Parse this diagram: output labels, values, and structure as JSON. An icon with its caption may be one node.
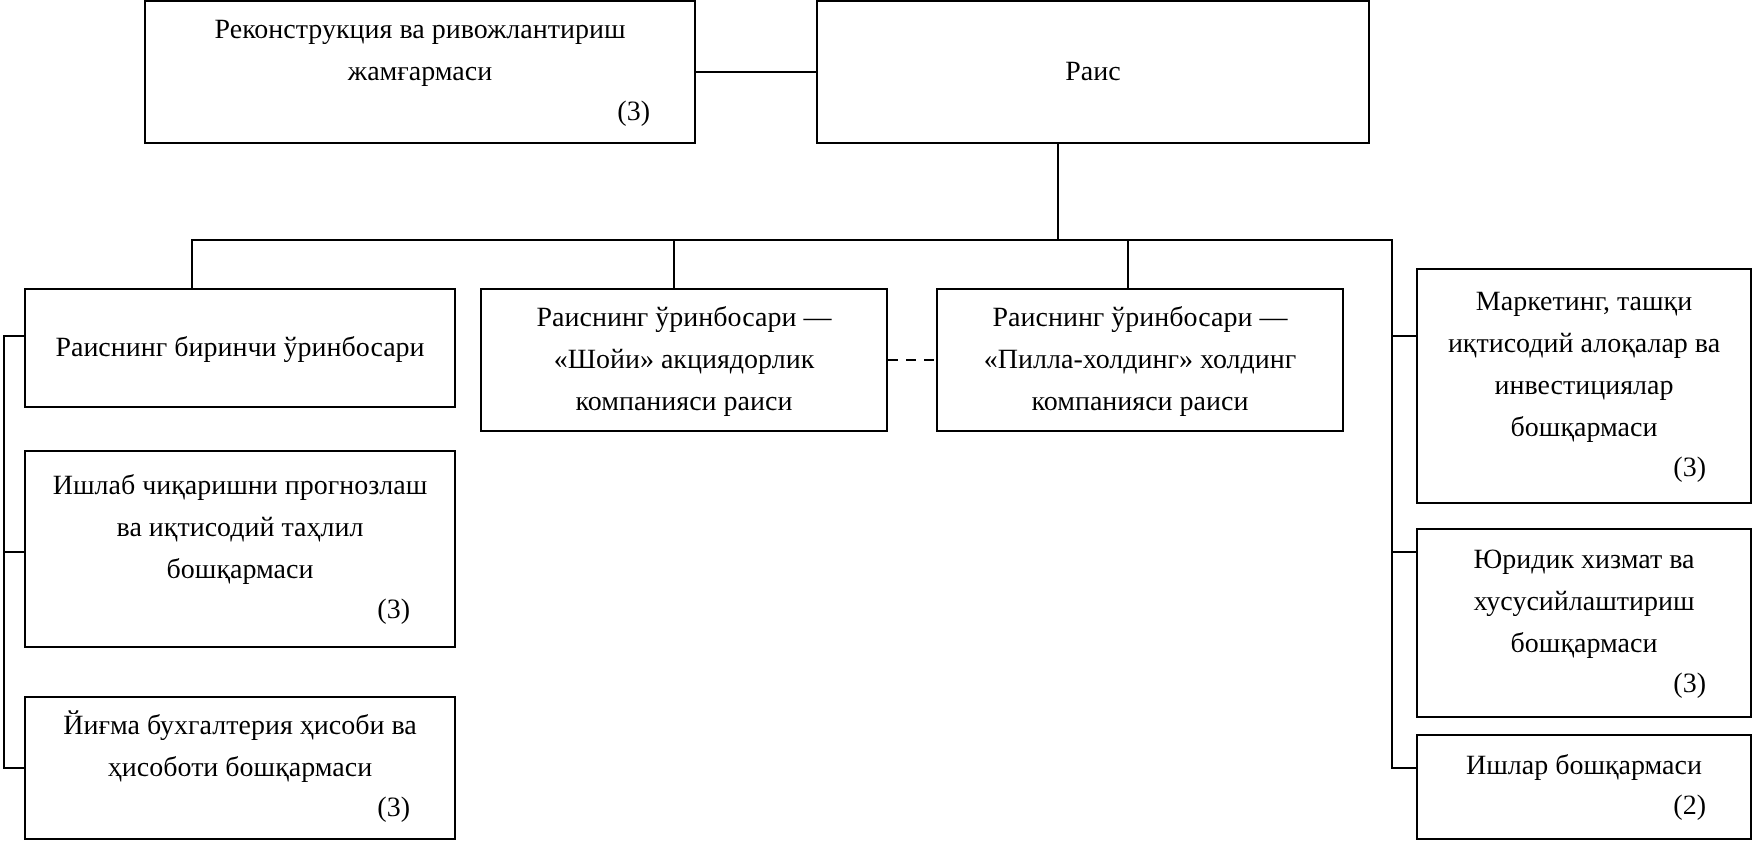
{
  "diagram": {
    "nodes": [
      {
        "text": [
          "Реконструкция ва ривожлантириш жамғармаси",
          "(3)"
        ]
      },
      {
        "text": [
          "Раис"
        ]
      },
      {
        "text": [
          "Раиснинг биринчи ўринбосари"
        ]
      },
      {
        "text": [
          "Раиснинг ўринбосари — «Шойи» акциядорлик компанияси раиси"
        ]
      },
      {
        "text": [
          "Раиснинг ўринбосари — «Пилла-холдинг» холдинг компанияси раиси"
        ]
      },
      {
        "text": [
          "Маркетинг, ташқи иқтисодий алоқалар ва инвестициялар бошқармаси",
          "(3)"
        ]
      },
      {
        "text": [
          "Ишлаб чиқаришни прогнозлаш ва иқтисодий таҳлил бошқармаси",
          "(3)"
        ]
      },
      {
        "text": [
          "Юридик хизмат ва хусусийлаштириш бошқармаси",
          "(3)"
        ]
      },
      {
        "text": [
          "Йиғма бухгалтерия ҳисоби ва ҳисоботи бошқармаси",
          "(3)"
        ]
      },
      {
        "text": [
          "Ишлар бошқармаси",
          "(2)"
        ]
      }
    ],
    "edges": [
      {
        "from": 0,
        "to": 1,
        "arrow": "none"
      },
      {
        "from": 1,
        "to": 2,
        "arrow": "none"
      },
      {
        "from": 1,
        "to": 3,
        "arrow": "none"
      },
      {
        "from": 1,
        "to": 4,
        "arrow": "none"
      },
      {
        "from": 1,
        "to": 5,
        "arrow": "none"
      },
      {
        "from": 1,
        "to": 7,
        "arrow": "none"
      },
      {
        "from": 1,
        "to": 9,
        "arrow": "none"
      },
      {
        "from": 2,
        "to": 6,
        "arrow": "none"
      },
      {
        "from": 2,
        "to": 8,
        "arrow": "none"
      },
      {
        "from": 3,
        "to": 4,
        "arrow": "none",
        "style": "dashed"
      }
    ]
  }
}
